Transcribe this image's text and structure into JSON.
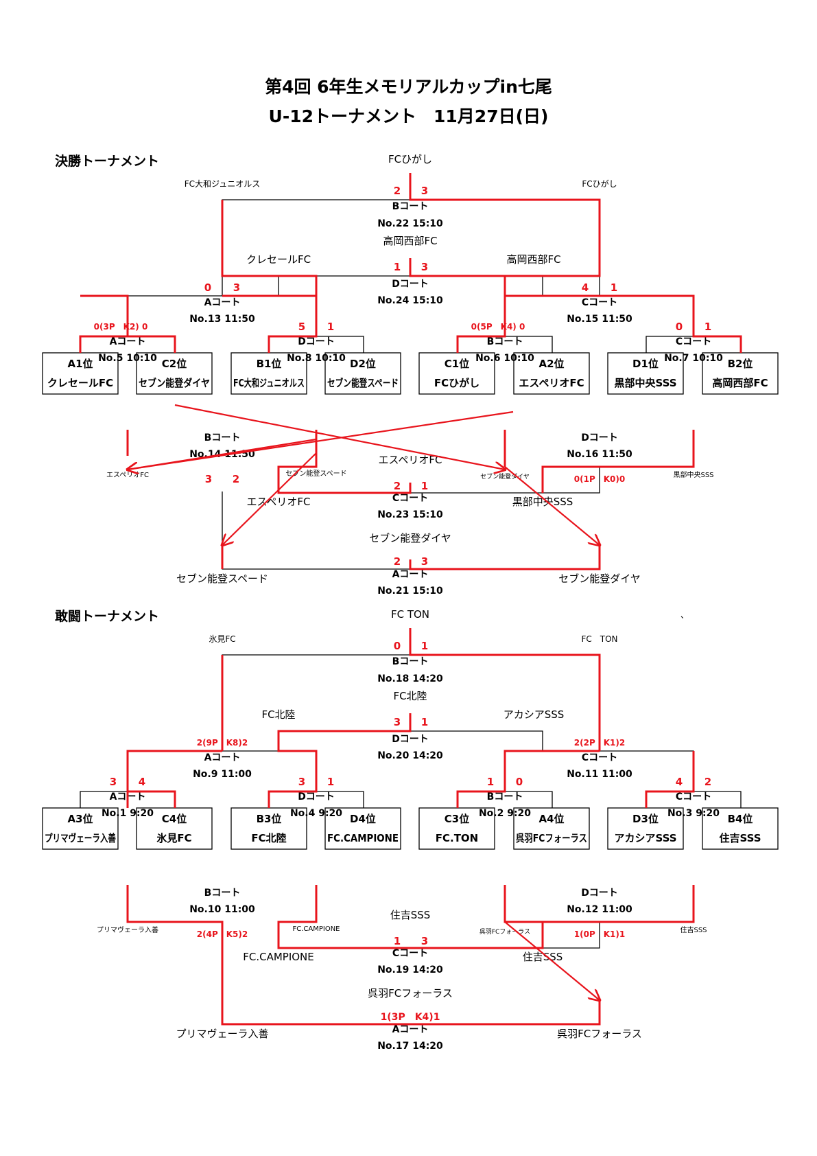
{
  "title": {
    "line1": "第4回 6年生メモリアルカップin七尾",
    "line2": "U-12トーナメント　11月27日(日)"
  },
  "colors": {
    "win": "#e8141c",
    "line": "#000000"
  },
  "sections": [
    {
      "heading": "決勝トーナメント",
      "teams": [
        {
          "seed": "A1位",
          "name": "クレセールFC"
        },
        {
          "seed": "C2位",
          "name": "セブン能登ダイヤ"
        },
        {
          "seed": "B1位",
          "name": "FC大和ジュニオルス"
        },
        {
          "seed": "D2位",
          "name": "セブン能登スペード"
        },
        {
          "seed": "C1位",
          "name": "FCひがし"
        },
        {
          "seed": "A2位",
          "name": "エスペリオFC"
        },
        {
          "seed": "D1位",
          "name": "黒部中央SSS"
        },
        {
          "seed": "B2位",
          "name": "高岡西部FC"
        }
      ],
      "matches": [
        {
          "court": "Aコート",
          "no": "No.5 10:10",
          "score": "0(3P　K2) 0"
        },
        {
          "court": "Dコート",
          "no": "No.8 10:10",
          "score_l": "5",
          "score_r": "1"
        },
        {
          "court": "Bコート",
          "no": "No.6 10:10",
          "score": "0(5P　K4) 0"
        },
        {
          "court": "Cコート",
          "no": "No.7 10:10",
          "score_l": "0",
          "score_r": "1"
        },
        {
          "court": "Aコート",
          "no": "No.13 11:50",
          "score_l": "0",
          "score_r": "3"
        },
        {
          "court": "Cコート",
          "no": "No.15 11:50",
          "score_l": "4",
          "score_r": "1"
        },
        {
          "court": "Dコート",
          "no": "No.24 15:10",
          "score_l": "1",
          "score_r": "3",
          "team_l": "クレセールFC",
          "team_r": "高岡西部FC",
          "winner": "高岡西部FC"
        },
        {
          "court": "Bコート",
          "no": "No.22 15:10",
          "score_l": "2",
          "score_r": "3",
          "team_l": "FC大和ジュニオルス",
          "team_r": "FCひがし",
          "winner": "FCひがし"
        },
        {
          "court": "Bコート",
          "no": "No.14 11:50",
          "score_l": "3",
          "score_r": "2",
          "team_l": "エスペリオFC",
          "team_r": "セブン能登スペード"
        },
        {
          "court": "Dコート",
          "no": "No.16 11:50",
          "score": "0(1P　K0)0",
          "team_l": "セブン能登ダイヤ",
          "team_r": "黒部中央SSS"
        },
        {
          "court": "Cコート",
          "no": "No.23 15:10",
          "score_l": "2",
          "score_r": "1",
          "team_l": "エスペリオFC",
          "team_r": "黒部中央SSS",
          "winner": "エスペリオFC"
        },
        {
          "court": "Aコート",
          "no": "No.21 15:10",
          "score_l": "2",
          "score_r": "3",
          "team_l": "セブン能登スペード",
          "team_r": "セブン能登ダイヤ",
          "winner": "セブン能登ダイヤ"
        }
      ]
    },
    {
      "heading": "敢闘トーナメント",
      "teams": [
        {
          "seed": "A3位",
          "name": "プリマヴェーラ入善"
        },
        {
          "seed": "C4位",
          "name": "氷見FC"
        },
        {
          "seed": "B3位",
          "name": "FC北陸"
        },
        {
          "seed": "D4位",
          "name": "FC.CAMPIONE"
        },
        {
          "seed": "C3位",
          "name": "FC.TON"
        },
        {
          "seed": "A4位",
          "name": "呉羽FCフォーラス"
        },
        {
          "seed": "D3位",
          "name": "アカシアSSS"
        },
        {
          "seed": "B4位",
          "name": "住吉SSS"
        }
      ],
      "matches": [
        {
          "court": "Aコート",
          "no": "No.1 9:20",
          "score_l": "3",
          "score_r": "4"
        },
        {
          "court": "Dコート",
          "no": "No.4 9:20",
          "score_l": "3",
          "score_r": "1"
        },
        {
          "court": "Bコート",
          "no": "No.2 9:20",
          "score_l": "1",
          "score_r": "0"
        },
        {
          "court": "Cコート",
          "no": "No.3 9:20",
          "score_l": "4",
          "score_r": "2"
        },
        {
          "court": "Aコート",
          "no": "No.9 11:00",
          "score": "2(9P　K8)2"
        },
        {
          "court": "Cコート",
          "no": "No.11 11:00",
          "score": "2(2P　K1)2"
        },
        {
          "court": "Dコート",
          "no": "No.20 14:20",
          "score_l": "3",
          "score_r": "1",
          "team_l": "FC北陸",
          "team_r": "アカシアSSS",
          "winner": "FC北陸"
        },
        {
          "court": "Bコート",
          "no": "No.18 14:20",
          "score_l": "0",
          "score_r": "1",
          "team_l": "氷見FC",
          "team_r": "FC　TON",
          "winner": "FC TON"
        },
        {
          "court": "Bコート",
          "no": "No.10 11:00",
          "score": "2(4P　K5)2",
          "team_l": "プリマヴェーラ入善",
          "team_r": "FC.CAMPIONE"
        },
        {
          "court": "Dコート",
          "no": "No.12 11:00",
          "score": "1(0P　K1)1",
          "team_l": "呉羽FCフォーラス",
          "team_r": "住吉SSS"
        },
        {
          "court": "Cコート",
          "no": "No.19 14:20",
          "score_l": "1",
          "score_r": "3",
          "team_l": "FC.CAMPIONE",
          "team_r": "住吉SSS",
          "winner": "住吉SSS"
        },
        {
          "court": "Aコート",
          "no": "No.17 14:20",
          "score": "1(3P　K4)1",
          "team_l": "プリマヴェーラ入善",
          "team_r": "呉羽FCフォーラス",
          "winner": "呉羽FCフォーラス"
        }
      ]
    }
  ],
  "stray_mark": "、"
}
